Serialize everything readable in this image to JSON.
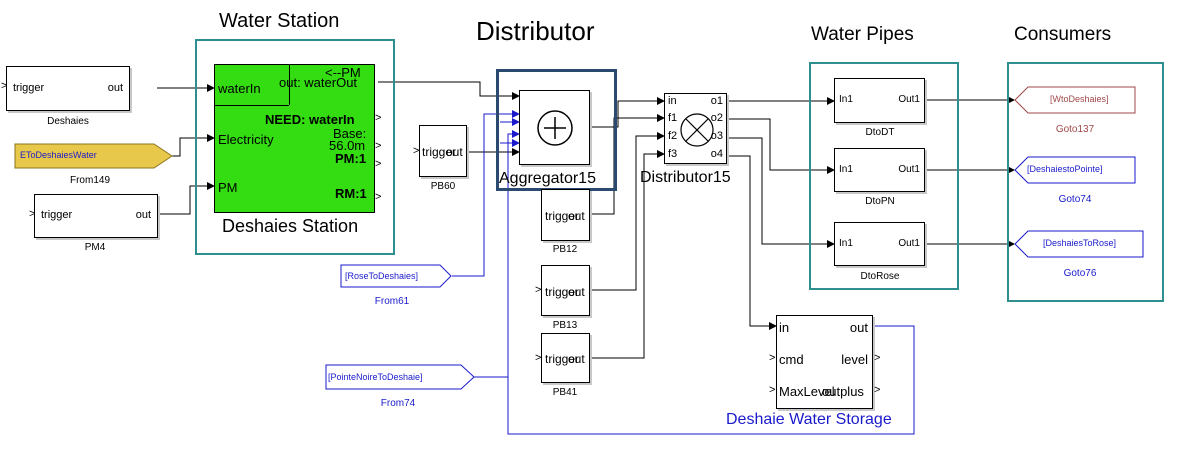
{
  "headers": {
    "water_station": "Water Station",
    "distributor": "Distributor",
    "water_pipes": "Water Pipes",
    "consumers": "Consumers"
  },
  "blocks": {
    "deshaies_trigger": {
      "in": "trigger",
      "out": "out",
      "name": "Deshaies"
    },
    "from149": {
      "text": "EToDeshaiesWater",
      "name": "From149"
    },
    "pm4": {
      "in": "trigger",
      "out": "out",
      "name": "PM4"
    },
    "station": {
      "waterIn": "waterIn",
      "electricity": "Electricity",
      "pm": "PM",
      "pm_out": "<--PM",
      "out_waterout": "out: waterOut",
      "need": "NEED: waterIn",
      "base": "Base:",
      "base_val": "56.0m",
      "pm1": "PM:1",
      "rm1": "RM:1",
      "name": "Deshaies Station"
    },
    "pb60": {
      "text": "trigger",
      "overlay": "out",
      "name": "PB60"
    },
    "pb12": {
      "text": "trigger",
      "overlay": "out",
      "name": "PB12"
    },
    "pb13": {
      "text": "trigger",
      "overlay": "out",
      "name": "PB13"
    },
    "pb41": {
      "text": "trigger",
      "overlay": "out",
      "name": "PB41"
    },
    "aggregator": {
      "name": "Aggregator15"
    },
    "distributor": {
      "ports_in": [
        "in",
        "f1",
        "f2",
        "f3"
      ],
      "ports_out": [
        "o1",
        "o2",
        "o3",
        "o4"
      ],
      "name": "Distributor15"
    },
    "from61": {
      "text": "[RoseToDeshaies]",
      "name": "From61"
    },
    "from74": {
      "text": "[PointeNoireToDeshaie]",
      "name": "From74"
    },
    "pipes": [
      {
        "in": "In1",
        "out": "Out1",
        "name": "DtoDT"
      },
      {
        "in": "In1",
        "out": "Out1",
        "name": "DtoPN"
      },
      {
        "in": "In1",
        "out": "Out1",
        "name": "DtoRose"
      }
    ],
    "gotos": [
      {
        "text": "[WtoDeshaies]",
        "name": "Goto137"
      },
      {
        "text": "[DeshaiestoPointe]",
        "name": "Goto74"
      },
      {
        "text": "[DeshaiesToRose]",
        "name": "Goto76"
      }
    ],
    "storage": {
      "in": "in",
      "out": "out",
      "cmd": "cmd",
      "level": "level",
      "maxlevel": "MaxLevel",
      "overlay": "outplus",
      "name": "Deshaie Water Storage"
    }
  },
  "colors": {
    "station_green": "#33dd11",
    "frame_teal": "#2f8f8f",
    "from_yellow": "#e8c84a",
    "tag_blue": "#1a1acc",
    "goto_brown": "#a04848",
    "highlight_navy": "#2b4a6f"
  }
}
